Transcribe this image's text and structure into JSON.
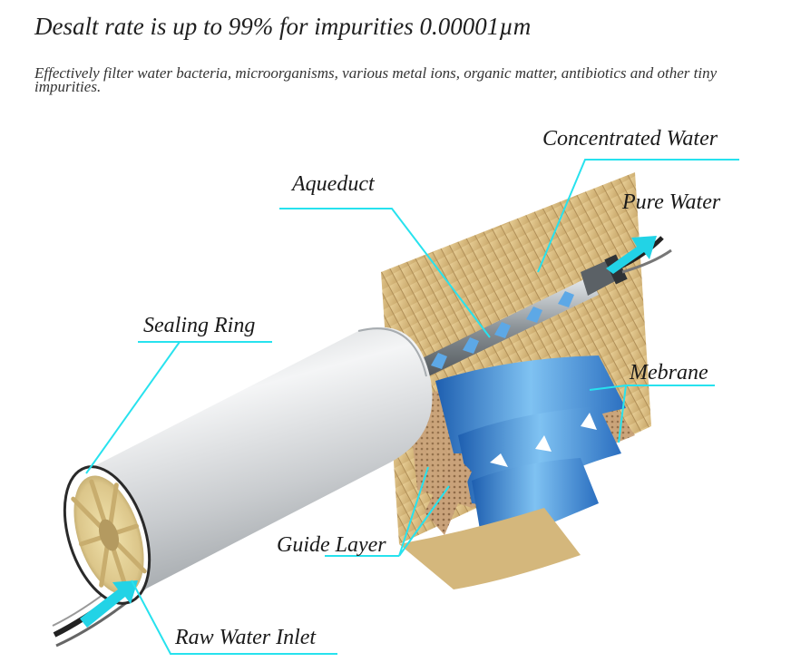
{
  "header": {
    "title": "Desalt rate is up to 99% for impurities 0.00001µm",
    "description": "Effectively filter water bacteria, microorganisms, various metal ions, organic matter, antibiotics and other tiny impurities."
  },
  "labels": {
    "concentrated_water": "Concentrated Water",
    "aqueduct": "Aqueduct",
    "pure_water": "Pure Water",
    "sealing_ring": "Sealing Ring",
    "mebrane": "Mebrane",
    "guide_layer": "Guide Layer",
    "raw_water_inlet": "Raw Water Inlet"
  },
  "colors": {
    "leader_line": "#27e2ee",
    "arrow": "#22d3e6",
    "housing": "#dfe1e2",
    "membrane_paper": "#d9bd83",
    "water": "#3f8fd6",
    "guide_mesh": "#b48b64"
  }
}
